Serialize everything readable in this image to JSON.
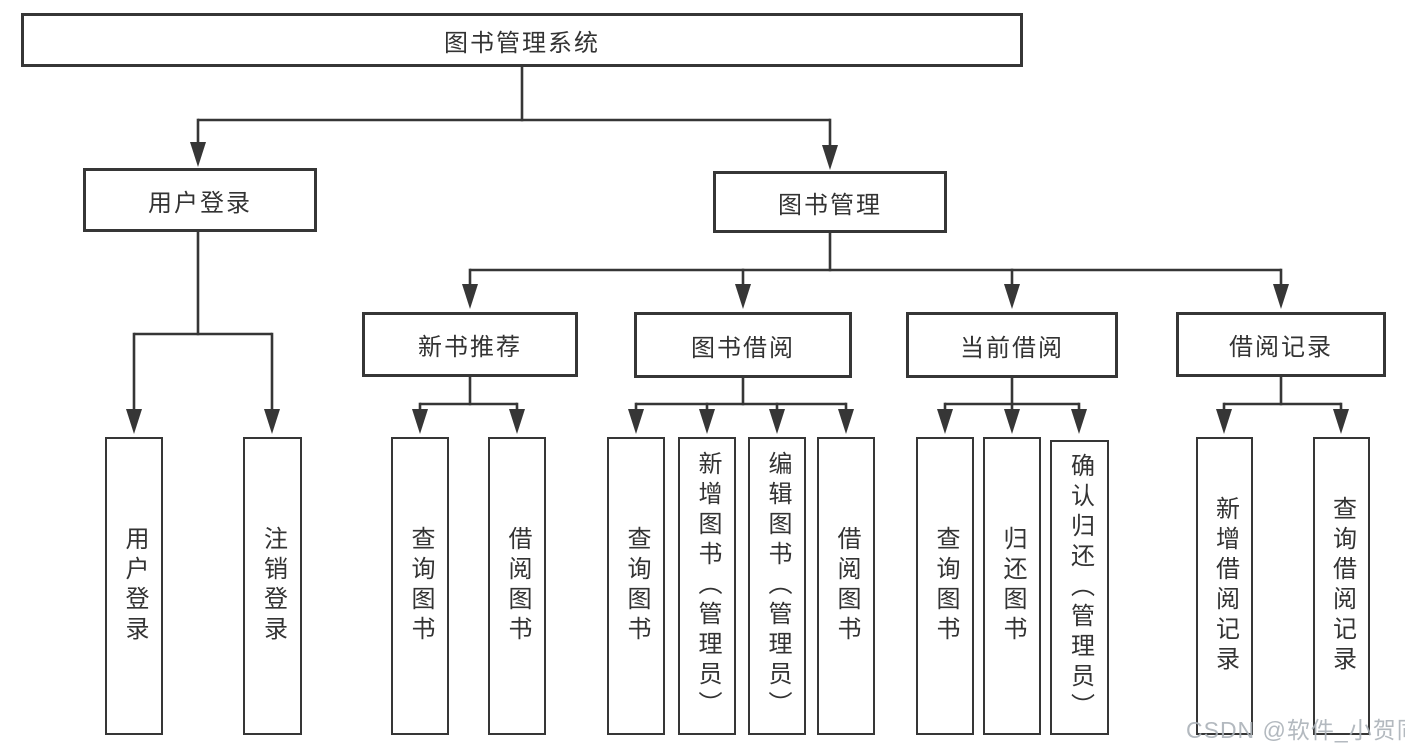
{
  "nodes": {
    "root": "图书管理系统",
    "user_login": "用户登录",
    "book_mgmt": "图书管理",
    "new_books": "新书推荐",
    "book_borrow": "图书借阅",
    "current_borrow": "当前借阅",
    "borrow_records": "借阅记录",
    "leaf_user_login": "用户登录",
    "leaf_logout": "注销登录",
    "leaf_nb_query": "查询图书",
    "leaf_nb_borrow": "借阅图书",
    "leaf_bb_query": "查询图书",
    "leaf_bb_add": "新增图书（管理员）",
    "leaf_bb_edit": "编辑图书（管理员）",
    "leaf_bb_borrow": "借阅图书",
    "leaf_cb_query": "查询图书",
    "leaf_cb_return": "归还图书",
    "leaf_cb_confirm": "确认归还（管理员）",
    "leaf_br_add": "新增借阅记录",
    "leaf_br_query": "查询借阅记录"
  },
  "watermark": "CSDN @软件_小贺同学",
  "colors": {
    "line": "#363636",
    "text": "#333333",
    "watermark": "#abb1b8",
    "background": "#ffffff"
  }
}
